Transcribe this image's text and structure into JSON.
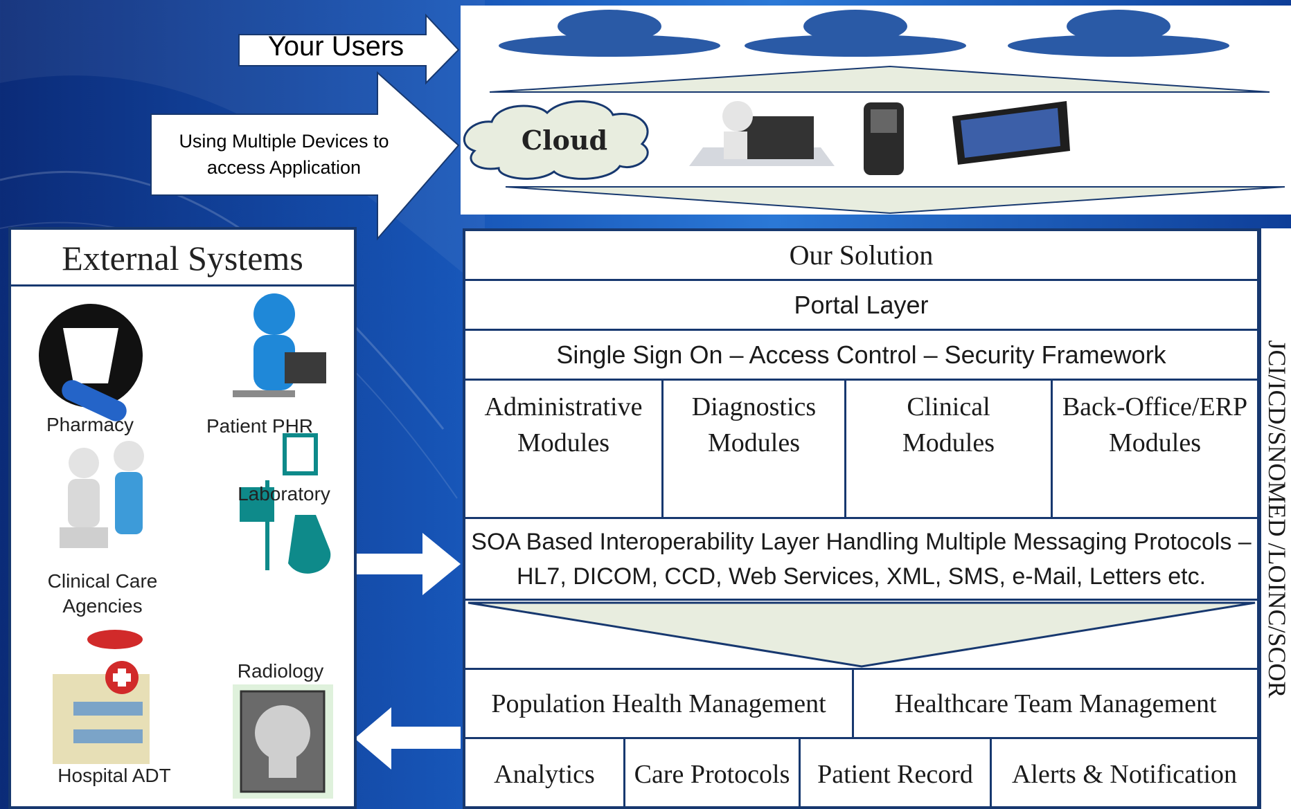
{
  "arrows": {
    "users_label": "Your Users",
    "devices_label": "Using Multiple Devices to access Application"
  },
  "top_panel": {
    "users_icons": [
      "user-avatar-icon",
      "user-avatar-icon",
      "user-avatar-icon"
    ],
    "cloud_label": "Cloud",
    "device_icons": [
      "desktop-computer-icon",
      "mobile-phone-icon",
      "tablet-icon"
    ]
  },
  "external_systems": {
    "title": "External Systems",
    "items": [
      {
        "label": "Pharmacy",
        "icon": "pharmacy-rx-icon"
      },
      {
        "label": "Patient PHR",
        "icon": "patient-laptop-icon"
      },
      {
        "label": "Clinical  Care Agencies",
        "icon": "clinical-care-icon"
      },
      {
        "label": "Laboratory",
        "icon": "laboratory-flask-icon"
      },
      {
        "label": "Hospital ADT",
        "icon": "hospital-building-icon"
      },
      {
        "label": "Radiology",
        "icon": "xray-skull-icon"
      }
    ]
  },
  "solution": {
    "title": "Our Solution",
    "portal": "Portal Layer",
    "security": "Single Sign On – Access Control – Security Framework",
    "modules": [
      {
        "line1": "Administrative",
        "line2": "Modules"
      },
      {
        "line1": "Diagnostics",
        "line2": "Modules"
      },
      {
        "line1": "Clinical",
        "line2": "Modules"
      },
      {
        "line1": "Back-Office/ERP",
        "line2": "Modules"
      }
    ],
    "interop_line1": "SOA Based Interoperability Layer Handling Multiple Messaging Protocols –",
    "interop_line2": "HL7, DICOM, CCD, Web Services, XML, SMS, e-Mail, Letters etc.",
    "management": [
      "Population Health Management",
      "Healthcare Team Management"
    ],
    "services": [
      "Analytics",
      "Care Protocols",
      "Patient Record",
      "Alerts & Notification"
    ],
    "standards": "JCI/ICD/SNOMED /LOINC/SCOR"
  },
  "colors": {
    "border": "#17386f",
    "chevron_fill": "#e8eddf",
    "background_dark": "#0b2b78",
    "background_light": "#2b78d6"
  }
}
